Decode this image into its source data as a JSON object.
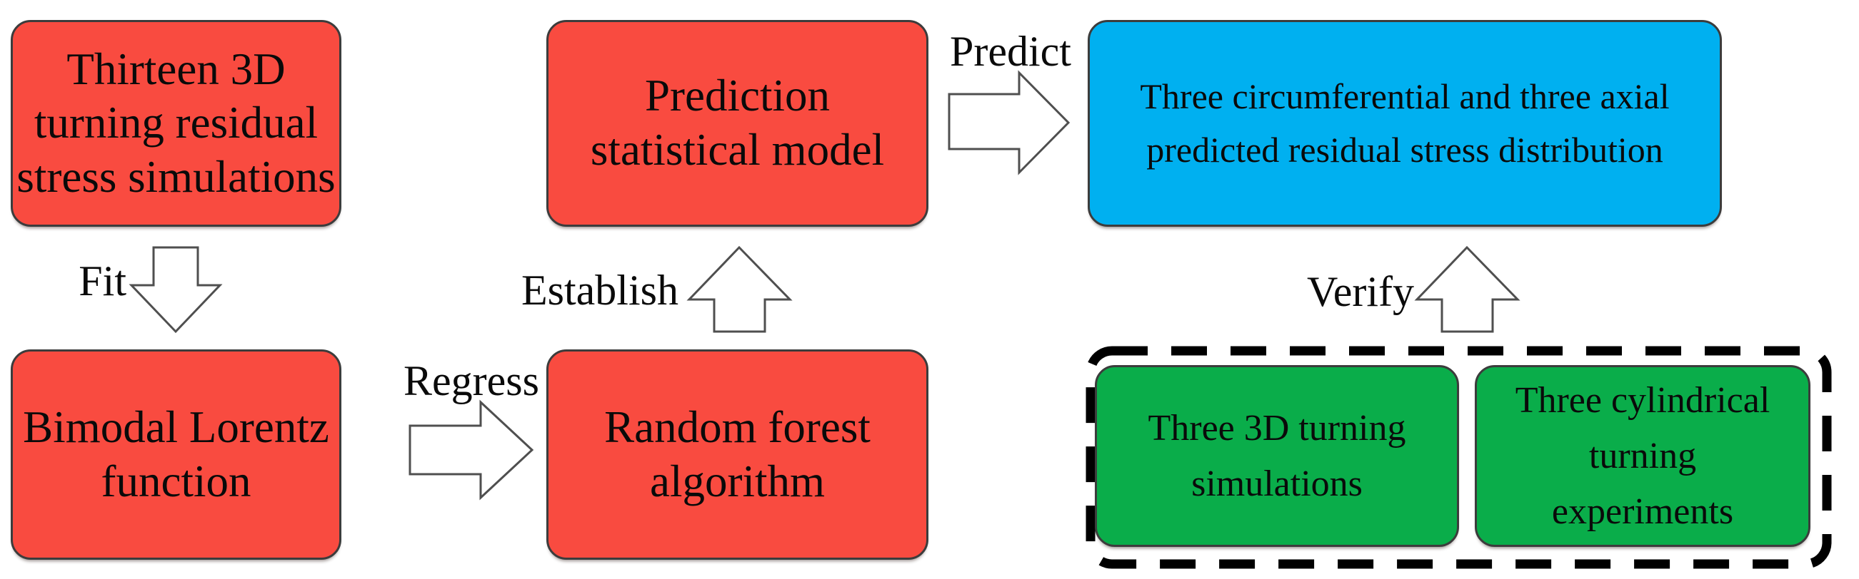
{
  "figure": {
    "type": "flowchart",
    "colors": {
      "process_box": "#f94b40",
      "result_box": "#00b0f0",
      "validation_box": "#0aad4a",
      "box_border": "#3c3c3c",
      "arrow_outline": "#4f4f4f",
      "dashed_border": "#000000",
      "text": "#0a0a0a"
    },
    "boxes": {
      "simulations": {
        "lines": [
          "Thirteen 3D",
          "turning residual",
          "stress simulations"
        ],
        "fill": "#f94b40"
      },
      "lorentz": {
        "lines": [
          "Bimodal Lorentz",
          "function"
        ],
        "fill": "#f94b40"
      },
      "prediction": {
        "lines": [
          "Prediction",
          "statistical model"
        ],
        "fill": "#f94b40"
      },
      "forest": {
        "lines": [
          "Random forest",
          "algorithm"
        ],
        "fill": "#f94b40"
      },
      "distribution": {
        "lines": [
          "Three circumferential and three axial",
          "predicted residual stress distribution"
        ],
        "fill": "#00b0f0"
      },
      "sim3d": {
        "lines": [
          "Three 3D turning",
          "simulations"
        ],
        "fill": "#0aad4a"
      },
      "experiments": {
        "lines": [
          "Three cylindrical",
          "turning",
          "experiments"
        ],
        "fill": "#0aad4a"
      }
    },
    "arrows": {
      "fit": {
        "label": "Fit",
        "direction": "down"
      },
      "regress": {
        "label": "Regress",
        "direction": "right"
      },
      "establish": {
        "label": "Establish",
        "direction": "up"
      },
      "predict": {
        "label": "Predict",
        "direction": "right"
      },
      "verify": {
        "label": "Verify",
        "direction": "up"
      }
    }
  }
}
